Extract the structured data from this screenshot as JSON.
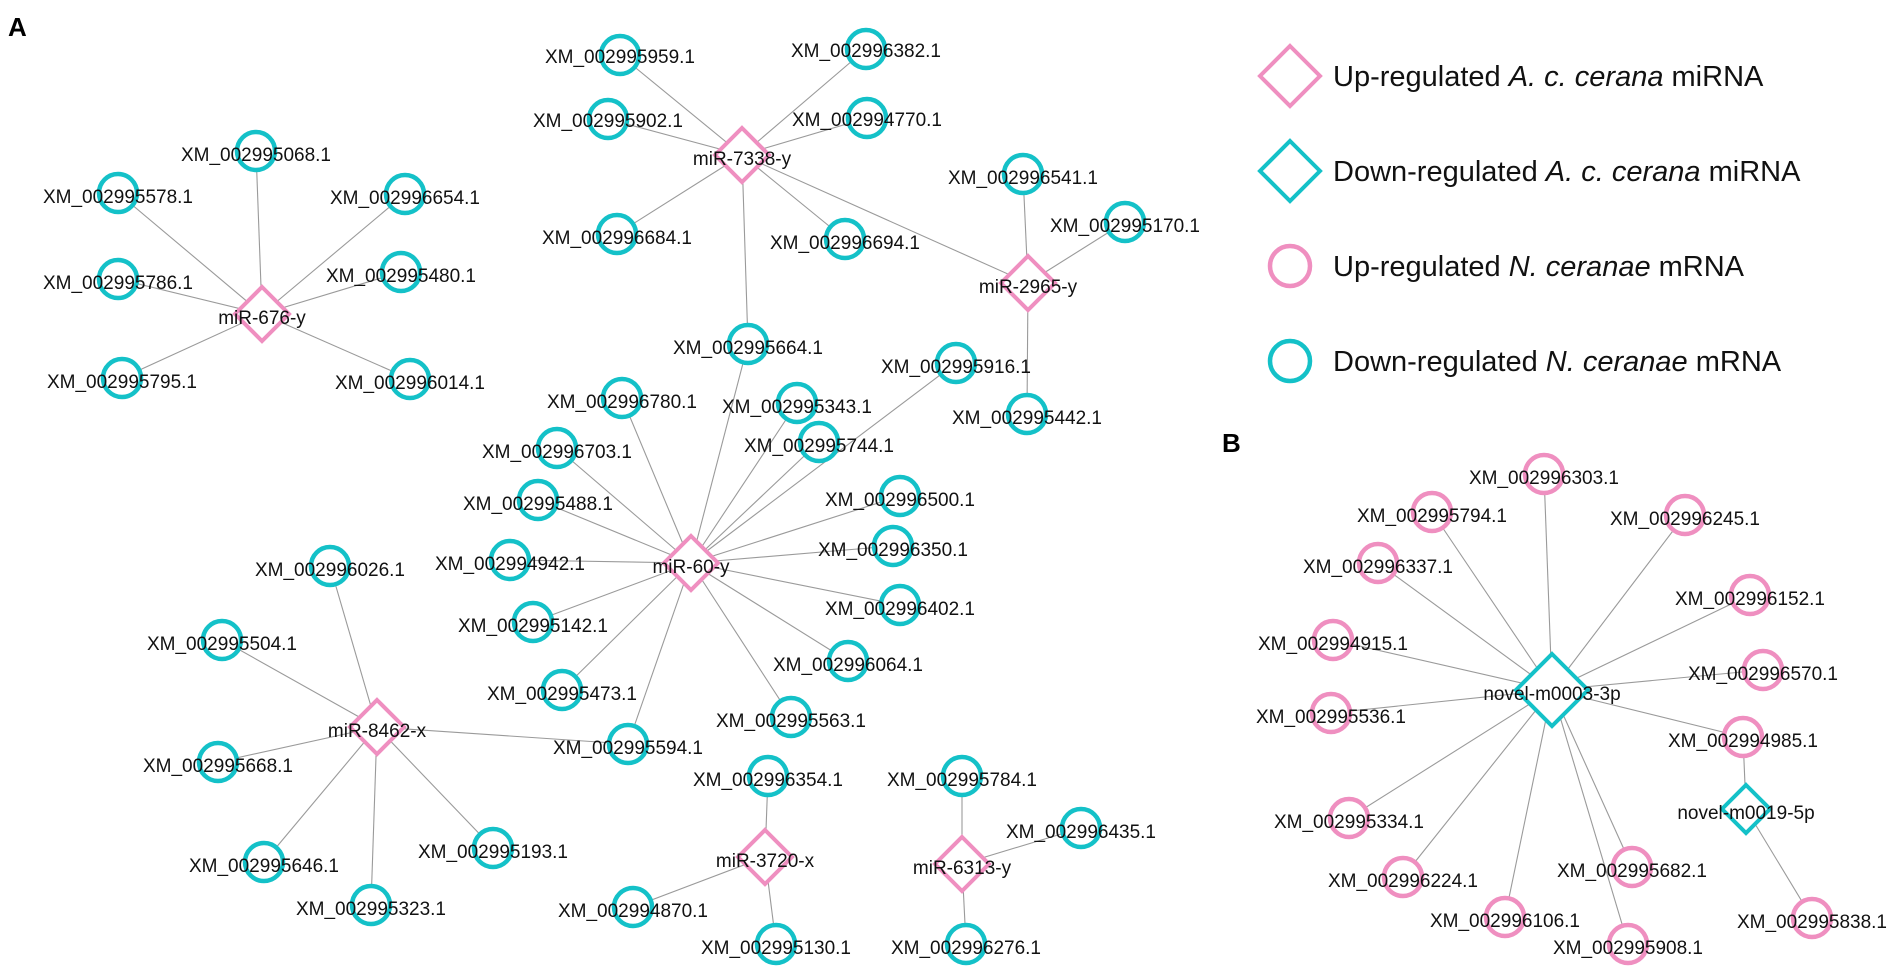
{
  "colors": {
    "up": "#ef8fc0",
    "down": "#14c1c8",
    "edge": "#9a9a9a"
  },
  "panels": {
    "a": "A",
    "b": "B"
  },
  "legend": [
    {
      "shape": "diamond",
      "reg": "down_is_false",
      "color": "up",
      "pre": "Up-regulated ",
      "em": "A. c. cerana",
      "post": " miRNA"
    },
    {
      "shape": "diamond",
      "color": "down",
      "pre": "Down-regulated ",
      "em": "A. c. cerana",
      "post": " miRNA"
    },
    {
      "shape": "circle",
      "color": "up",
      "pre": "Up-regulated ",
      "em": "N. ceranae",
      "post": " mRNA"
    },
    {
      "shape": "circle",
      "color": "down",
      "pre": "Down-regulated ",
      "em": "N. ceranae",
      "post": " mRNA"
    }
  ],
  "nodes": {
    "miR-676-y": {
      "type": "mirna",
      "reg": "up"
    },
    "miR-7338-y": {
      "type": "mirna",
      "reg": "up"
    },
    "miR-2965-y": {
      "type": "mirna",
      "reg": "up"
    },
    "miR-60-y": {
      "type": "mirna",
      "reg": "up"
    },
    "miR-8462-x": {
      "type": "mirna",
      "reg": "up"
    },
    "miR-3720-x": {
      "type": "mirna",
      "reg": "up"
    },
    "miR-6313-y": {
      "type": "mirna",
      "reg": "up"
    },
    "novel-m0003-3p": {
      "type": "mirna",
      "reg": "down"
    },
    "novel-m0019-5p": {
      "type": "mirna",
      "reg": "down"
    },
    "XM_002995068.1": {
      "type": "mrna",
      "reg": "down"
    },
    "XM_002995578.1": {
      "type": "mrna",
      "reg": "down"
    },
    "XM_002996654.1": {
      "type": "mrna",
      "reg": "down"
    },
    "XM_002995786.1": {
      "type": "mrna",
      "reg": "down"
    },
    "XM_002995480.1": {
      "type": "mrna",
      "reg": "down"
    },
    "XM_002995795.1": {
      "type": "mrna",
      "reg": "down"
    },
    "XM_002996014.1": {
      "type": "mrna",
      "reg": "down"
    },
    "XM_002995959.1": {
      "type": "mrna",
      "reg": "down"
    },
    "XM_002996382.1": {
      "type": "mrna",
      "reg": "down"
    },
    "XM_002995902.1": {
      "type": "mrna",
      "reg": "down"
    },
    "XM_002994770.1": {
      "type": "mrna",
      "reg": "down"
    },
    "XM_002996684.1": {
      "type": "mrna",
      "reg": "down"
    },
    "XM_002996694.1": {
      "type": "mrna",
      "reg": "down"
    },
    "XM_002996541.1": {
      "type": "mrna",
      "reg": "down"
    },
    "XM_002995170.1": {
      "type": "mrna",
      "reg": "down"
    },
    "XM_002995442.1": {
      "type": "mrna",
      "reg": "down"
    },
    "XM_002995664.1": {
      "type": "mrna",
      "reg": "down"
    },
    "XM_002995916.1": {
      "type": "mrna",
      "reg": "down"
    },
    "XM_002996780.1": {
      "type": "mrna",
      "reg": "down"
    },
    "XM_002995343.1": {
      "type": "mrna",
      "reg": "down"
    },
    "XM_002996703.1": {
      "type": "mrna",
      "reg": "down"
    },
    "XM_002995744.1": {
      "type": "mrna",
      "reg": "down"
    },
    "XM_002995488.1": {
      "type": "mrna",
      "reg": "down"
    },
    "XM_002996500.1": {
      "type": "mrna",
      "reg": "down"
    },
    "XM_002994942.1": {
      "type": "mrna",
      "reg": "down"
    },
    "XM_002996350.1": {
      "type": "mrna",
      "reg": "down"
    },
    "XM_002995142.1": {
      "type": "mrna",
      "reg": "down"
    },
    "XM_002996402.1": {
      "type": "mrna",
      "reg": "down"
    },
    "XM_002996064.1": {
      "type": "mrna",
      "reg": "down"
    },
    "XM_002995473.1": {
      "type": "mrna",
      "reg": "down"
    },
    "XM_002995563.1": {
      "type": "mrna",
      "reg": "down"
    },
    "XM_002995594.1": {
      "type": "mrna",
      "reg": "down"
    },
    "XM_002996026.1": {
      "type": "mrna",
      "reg": "down"
    },
    "XM_002995504.1": {
      "type": "mrna",
      "reg": "down"
    },
    "XM_002995668.1": {
      "type": "mrna",
      "reg": "down"
    },
    "XM_002995646.1": {
      "type": "mrna",
      "reg": "down"
    },
    "XM_002995193.1": {
      "type": "mrna",
      "reg": "down"
    },
    "XM_002995323.1": {
      "type": "mrna",
      "reg": "down"
    },
    "XM_002996354.1": {
      "type": "mrna",
      "reg": "down"
    },
    "XM_002994870.1": {
      "type": "mrna",
      "reg": "down"
    },
    "XM_002995130.1": {
      "type": "mrna",
      "reg": "down"
    },
    "XM_002995784.1": {
      "type": "mrna",
      "reg": "down"
    },
    "XM_002996435.1": {
      "type": "mrna",
      "reg": "down"
    },
    "XM_002996276.1": {
      "type": "mrna",
      "reg": "down"
    },
    "XM_002996303.1": {
      "type": "mrna",
      "reg": "up"
    },
    "XM_002995794.1": {
      "type": "mrna",
      "reg": "up"
    },
    "XM_002996245.1": {
      "type": "mrna",
      "reg": "up"
    },
    "XM_002996337.1": {
      "type": "mrna",
      "reg": "up"
    },
    "XM_002996152.1": {
      "type": "mrna",
      "reg": "up"
    },
    "XM_002994915.1": {
      "type": "mrna",
      "reg": "up"
    },
    "XM_002996570.1": {
      "type": "mrna",
      "reg": "up"
    },
    "XM_002995536.1": {
      "type": "mrna",
      "reg": "up"
    },
    "XM_002994985.1": {
      "type": "mrna",
      "reg": "up"
    },
    "XM_002995334.1": {
      "type": "mrna",
      "reg": "up"
    },
    "XM_002996224.1": {
      "type": "mrna",
      "reg": "up"
    },
    "XM_002995682.1": {
      "type": "mrna",
      "reg": "up"
    },
    "XM_002996106.1": {
      "type": "mrna",
      "reg": "up"
    },
    "XM_002995908.1": {
      "type": "mrna",
      "reg": "up"
    },
    "XM_002995838.1": {
      "type": "mrna",
      "reg": "up"
    }
  },
  "edges": [
    [
      "miR-676-y",
      "XM_002995068.1"
    ],
    [
      "miR-676-y",
      "XM_002995578.1"
    ],
    [
      "miR-676-y",
      "XM_002996654.1"
    ],
    [
      "miR-676-y",
      "XM_002995786.1"
    ],
    [
      "miR-676-y",
      "XM_002995480.1"
    ],
    [
      "miR-676-y",
      "XM_002995795.1"
    ],
    [
      "miR-676-y",
      "XM_002996014.1"
    ],
    [
      "miR-7338-y",
      "XM_002995959.1"
    ],
    [
      "miR-7338-y",
      "XM_002996382.1"
    ],
    [
      "miR-7338-y",
      "XM_002995902.1"
    ],
    [
      "miR-7338-y",
      "XM_002994770.1"
    ],
    [
      "miR-7338-y",
      "XM_002996684.1"
    ],
    [
      "miR-7338-y",
      "XM_002996694.1"
    ],
    [
      "miR-7338-y",
      "XM_002995664.1"
    ],
    [
      "miR-7338-y",
      "miR-2965-y"
    ],
    [
      "miR-2965-y",
      "XM_002996541.1"
    ],
    [
      "miR-2965-y",
      "XM_002995170.1"
    ],
    [
      "miR-2965-y",
      "XM_002995442.1"
    ],
    [
      "miR-60-y",
      "XM_002995664.1"
    ],
    [
      "miR-60-y",
      "XM_002995916.1"
    ],
    [
      "miR-60-y",
      "XM_002996780.1"
    ],
    [
      "miR-60-y",
      "XM_002995343.1"
    ],
    [
      "miR-60-y",
      "XM_002996703.1"
    ],
    [
      "miR-60-y",
      "XM_002995744.1"
    ],
    [
      "miR-60-y",
      "XM_002995488.1"
    ],
    [
      "miR-60-y",
      "XM_002996500.1"
    ],
    [
      "miR-60-y",
      "XM_002994942.1"
    ],
    [
      "miR-60-y",
      "XM_002996350.1"
    ],
    [
      "miR-60-y",
      "XM_002995142.1"
    ],
    [
      "miR-60-y",
      "XM_002996402.1"
    ],
    [
      "miR-60-y",
      "XM_002996064.1"
    ],
    [
      "miR-60-y",
      "XM_002995473.1"
    ],
    [
      "miR-60-y",
      "XM_002995563.1"
    ],
    [
      "miR-60-y",
      "XM_002995594.1"
    ],
    [
      "miR-8462-x",
      "XM_002996026.1"
    ],
    [
      "miR-8462-x",
      "XM_002995504.1"
    ],
    [
      "miR-8462-x",
      "XM_002995668.1"
    ],
    [
      "miR-8462-x",
      "XM_002995646.1"
    ],
    [
      "miR-8462-x",
      "XM_002995193.1"
    ],
    [
      "miR-8462-x",
      "XM_002995323.1"
    ],
    [
      "miR-8462-x",
      "XM_002995594.1"
    ],
    [
      "miR-3720-x",
      "XM_002996354.1"
    ],
    [
      "miR-3720-x",
      "XM_002994870.1"
    ],
    [
      "miR-3720-x",
      "XM_002995130.1"
    ],
    [
      "miR-6313-y",
      "XM_002995784.1"
    ],
    [
      "miR-6313-y",
      "XM_002996435.1"
    ],
    [
      "miR-6313-y",
      "XM_002996276.1"
    ],
    [
      "novel-m0003-3p",
      "XM_002996303.1"
    ],
    [
      "novel-m0003-3p",
      "XM_002995794.1"
    ],
    [
      "novel-m0003-3p",
      "XM_002996245.1"
    ],
    [
      "novel-m0003-3p",
      "XM_002996337.1"
    ],
    [
      "novel-m0003-3p",
      "XM_002996152.1"
    ],
    [
      "novel-m0003-3p",
      "XM_002994915.1"
    ],
    [
      "novel-m0003-3p",
      "XM_002996570.1"
    ],
    [
      "novel-m0003-3p",
      "XM_002995536.1"
    ],
    [
      "novel-m0003-3p",
      "XM_002994985.1"
    ],
    [
      "novel-m0003-3p",
      "XM_002995334.1"
    ],
    [
      "novel-m0003-3p",
      "XM_002996224.1"
    ],
    [
      "novel-m0003-3p",
      "XM_002995682.1"
    ],
    [
      "novel-m0003-3p",
      "XM_002996106.1"
    ],
    [
      "novel-m0003-3p",
      "XM_002995908.1"
    ],
    [
      "novel-m0019-5p",
      "XM_002994985.1"
    ],
    [
      "novel-m0019-5p",
      "XM_002995838.1"
    ]
  ]
}
